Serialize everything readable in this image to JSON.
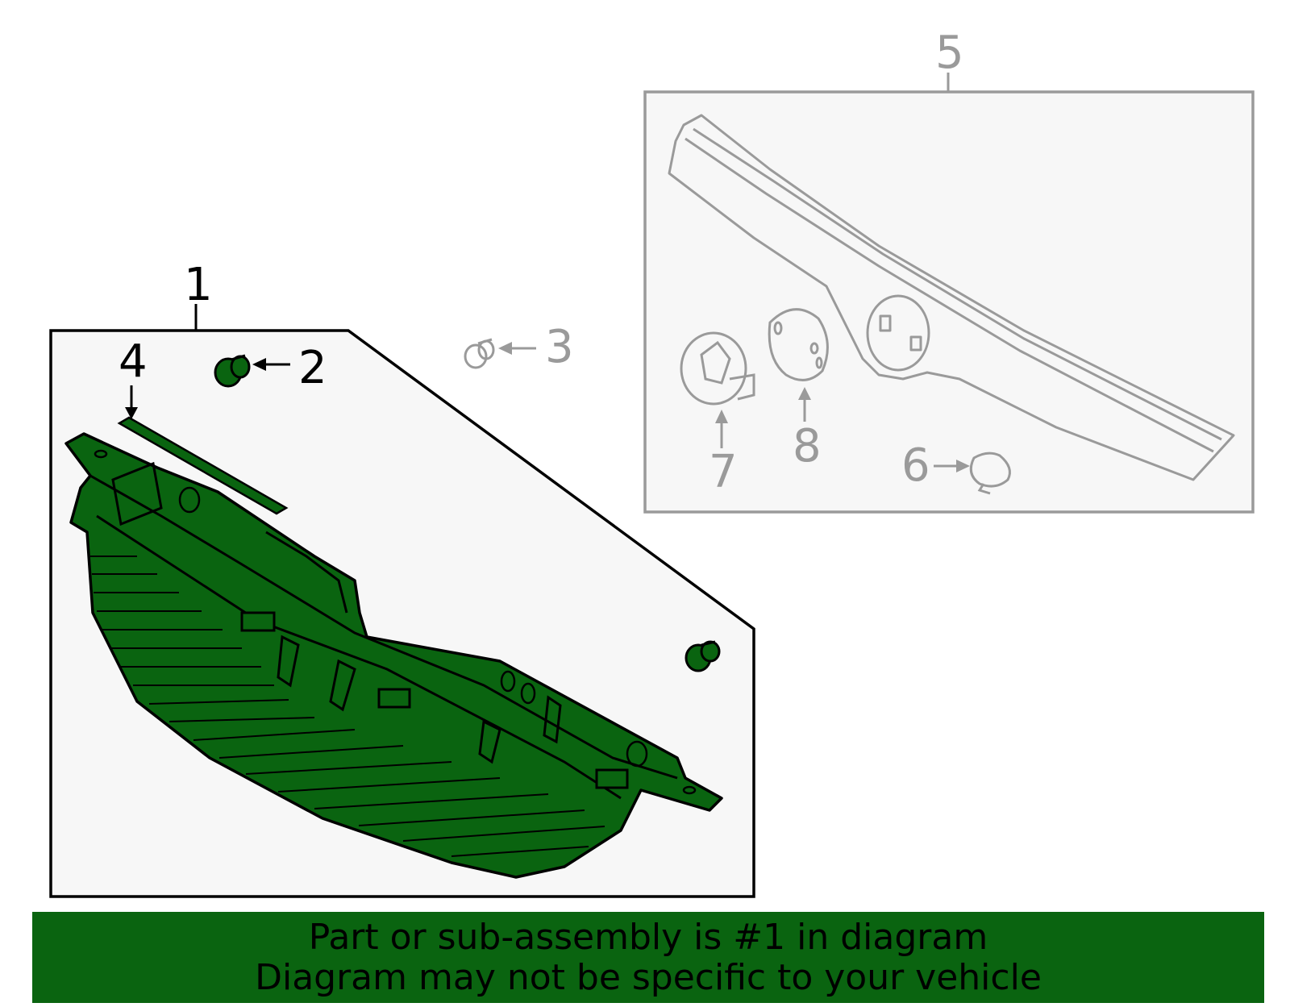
{
  "callouts": {
    "c1": "1",
    "c2": "2",
    "c3": "3",
    "c4": "4",
    "c5": "5",
    "c6": "6",
    "c7": "7",
    "c8": "8"
  },
  "banner": {
    "line1": "Part or sub-assembly is #1 in diagram",
    "line2": "Diagram may not be specific to your vehicle"
  },
  "colors": {
    "highlight": "#0a6410",
    "panel_bg": "#f7f7f7",
    "muted_line": "#9a9a9a",
    "outline": "#000000"
  }
}
